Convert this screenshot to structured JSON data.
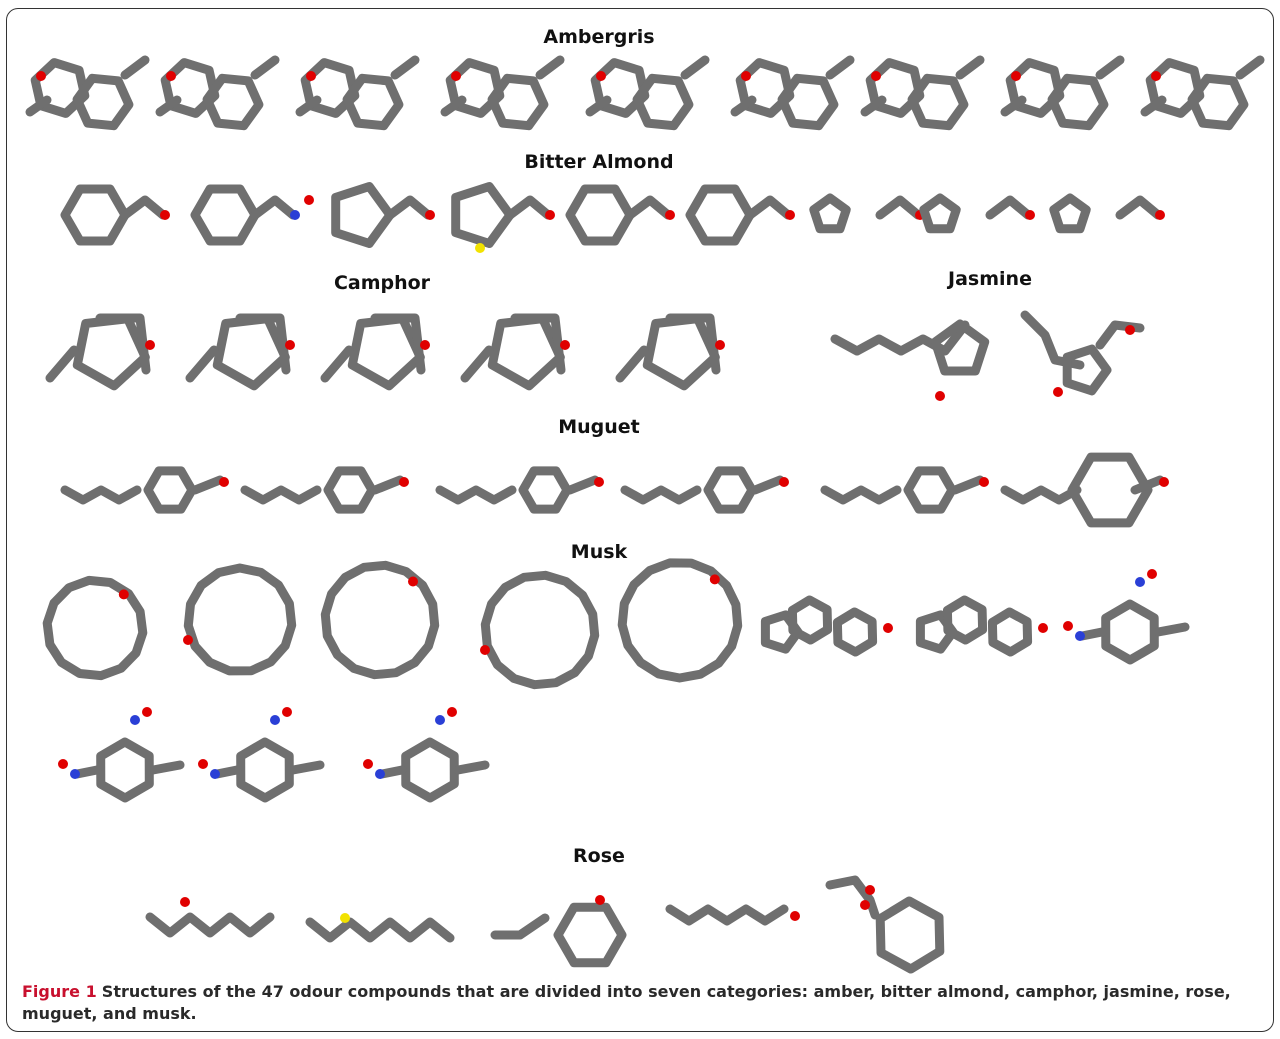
{
  "figure": {
    "categories": [
      {
        "key": "ambergris",
        "title": "Ambergris",
        "count": 9
      },
      {
        "key": "bitter_almond",
        "title": "Bitter Almond",
        "count": 9
      },
      {
        "key": "camphor",
        "title": "Camphor",
        "count": 5
      },
      {
        "key": "jasmine",
        "title": "Jasmine",
        "count": 2
      },
      {
        "key": "muguet",
        "title": "Muguet",
        "count": 6
      },
      {
        "key": "musk",
        "title": "Musk",
        "count": 11
      },
      {
        "key": "rose",
        "title": "Rose",
        "count": 5
      }
    ],
    "atom_colors": {
      "carbon": "#6f6f6f",
      "oxygen": "#e00000",
      "nitrogen": "#2a3fd6",
      "sulfur": "#f2e200"
    }
  },
  "caption": {
    "label": "Figure 1",
    "text": "Structures of the 47 odour compounds that are divided into seven categories: amber, bitter almond, camphor, jasmine, rose, muguet, and musk"
  }
}
